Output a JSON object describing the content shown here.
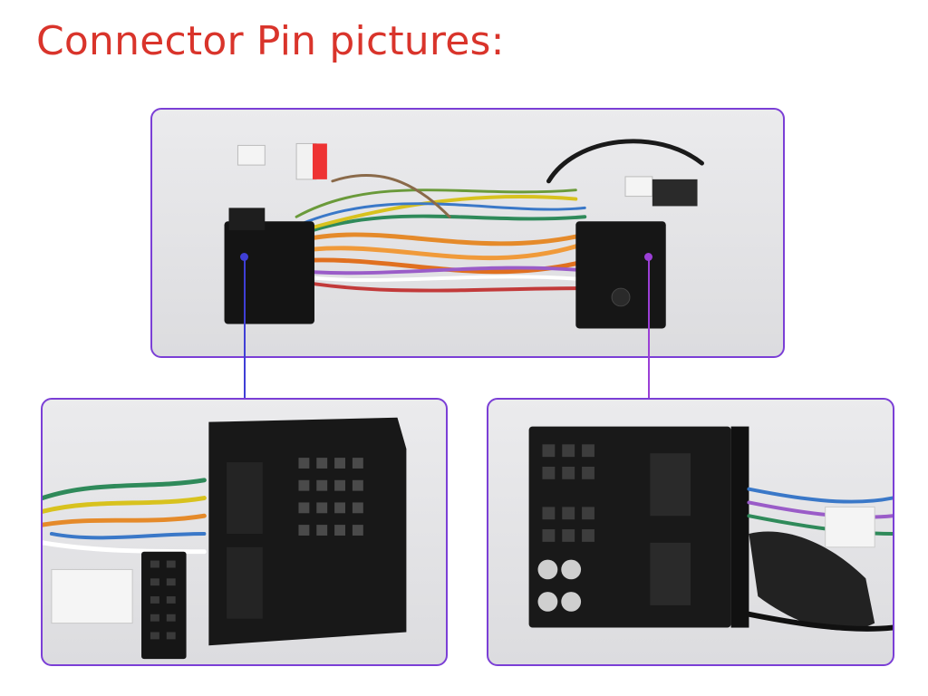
{
  "header": {
    "title": "Connector Pin pictures:"
  },
  "colors": {
    "title": "#d9342b",
    "frame_border": "#7b3fd6",
    "left_marker": "#3f3fd6",
    "right_marker": "#9b3fd6"
  },
  "photos": {
    "overview": "wiring-harness-overview-photo",
    "left_closeup": "quadlock-connector-closeup-photo",
    "right_closeup": "secondary-connector-closeup-photo"
  }
}
